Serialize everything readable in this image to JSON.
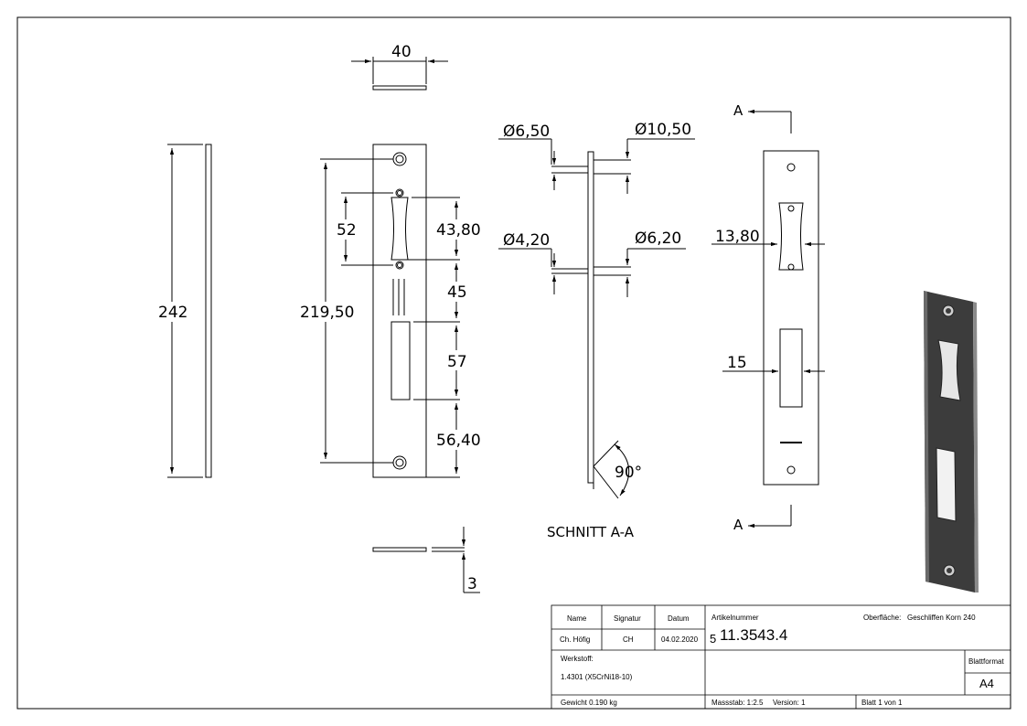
{
  "dimensions": {
    "width_40": "40",
    "length_242": "242",
    "hole_distance": "219,50",
    "slot_height_52": "52",
    "slot_offset": "43,80",
    "gap_45": "45",
    "rect_57": "57",
    "bottom_56": "56,40",
    "thickness_3": "3",
    "dia_6_50": "6,50",
    "dia_10_50": "10,50",
    "dia_4_20": "4,20",
    "dia_6_20": "6,20",
    "width_13_80": "13,80",
    "width_15": "15",
    "angle": "90°",
    "diameter_symbol": "Ø"
  },
  "section": {
    "label": "SCHNITT A-A",
    "marker": "A"
  },
  "title_block": {
    "h_name": "Name",
    "h_signatur": "Signatur",
    "h_datum": "Datum",
    "name": "Ch. Höfig",
    "signatur": "CH",
    "datum": "04.02.2020",
    "artikel_label": "Artikelnummer",
    "artikel_prefix": "5",
    "artikel": "11.3543.4",
    "oberflaeche_label": "Oberfläche:",
    "oberflaeche": "Geschliffen Korn 240",
    "werkstoff_label": "Werkstoff:",
    "werkstoff": "1.4301 (X5CrNi18-10)",
    "blattformat_label": "Blattformat",
    "blattformat": "A4",
    "gewicht": "Gewicht 0.190 kg",
    "massstab": "Massstab: 1:2.5",
    "version": "Version: 1",
    "blatt": "Blatt 1 von 1"
  },
  "colors": {
    "line": "#000000",
    "part_photo": "#3a3a3a"
  }
}
